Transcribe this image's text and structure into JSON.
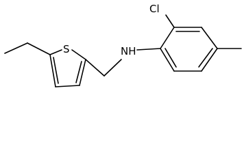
{
  "molecule": {
    "atom_labels": {
      "sulfur": "S",
      "nitrogen": "NH",
      "chlorine": "Cl"
    },
    "bond_color": "#000000"
  }
}
